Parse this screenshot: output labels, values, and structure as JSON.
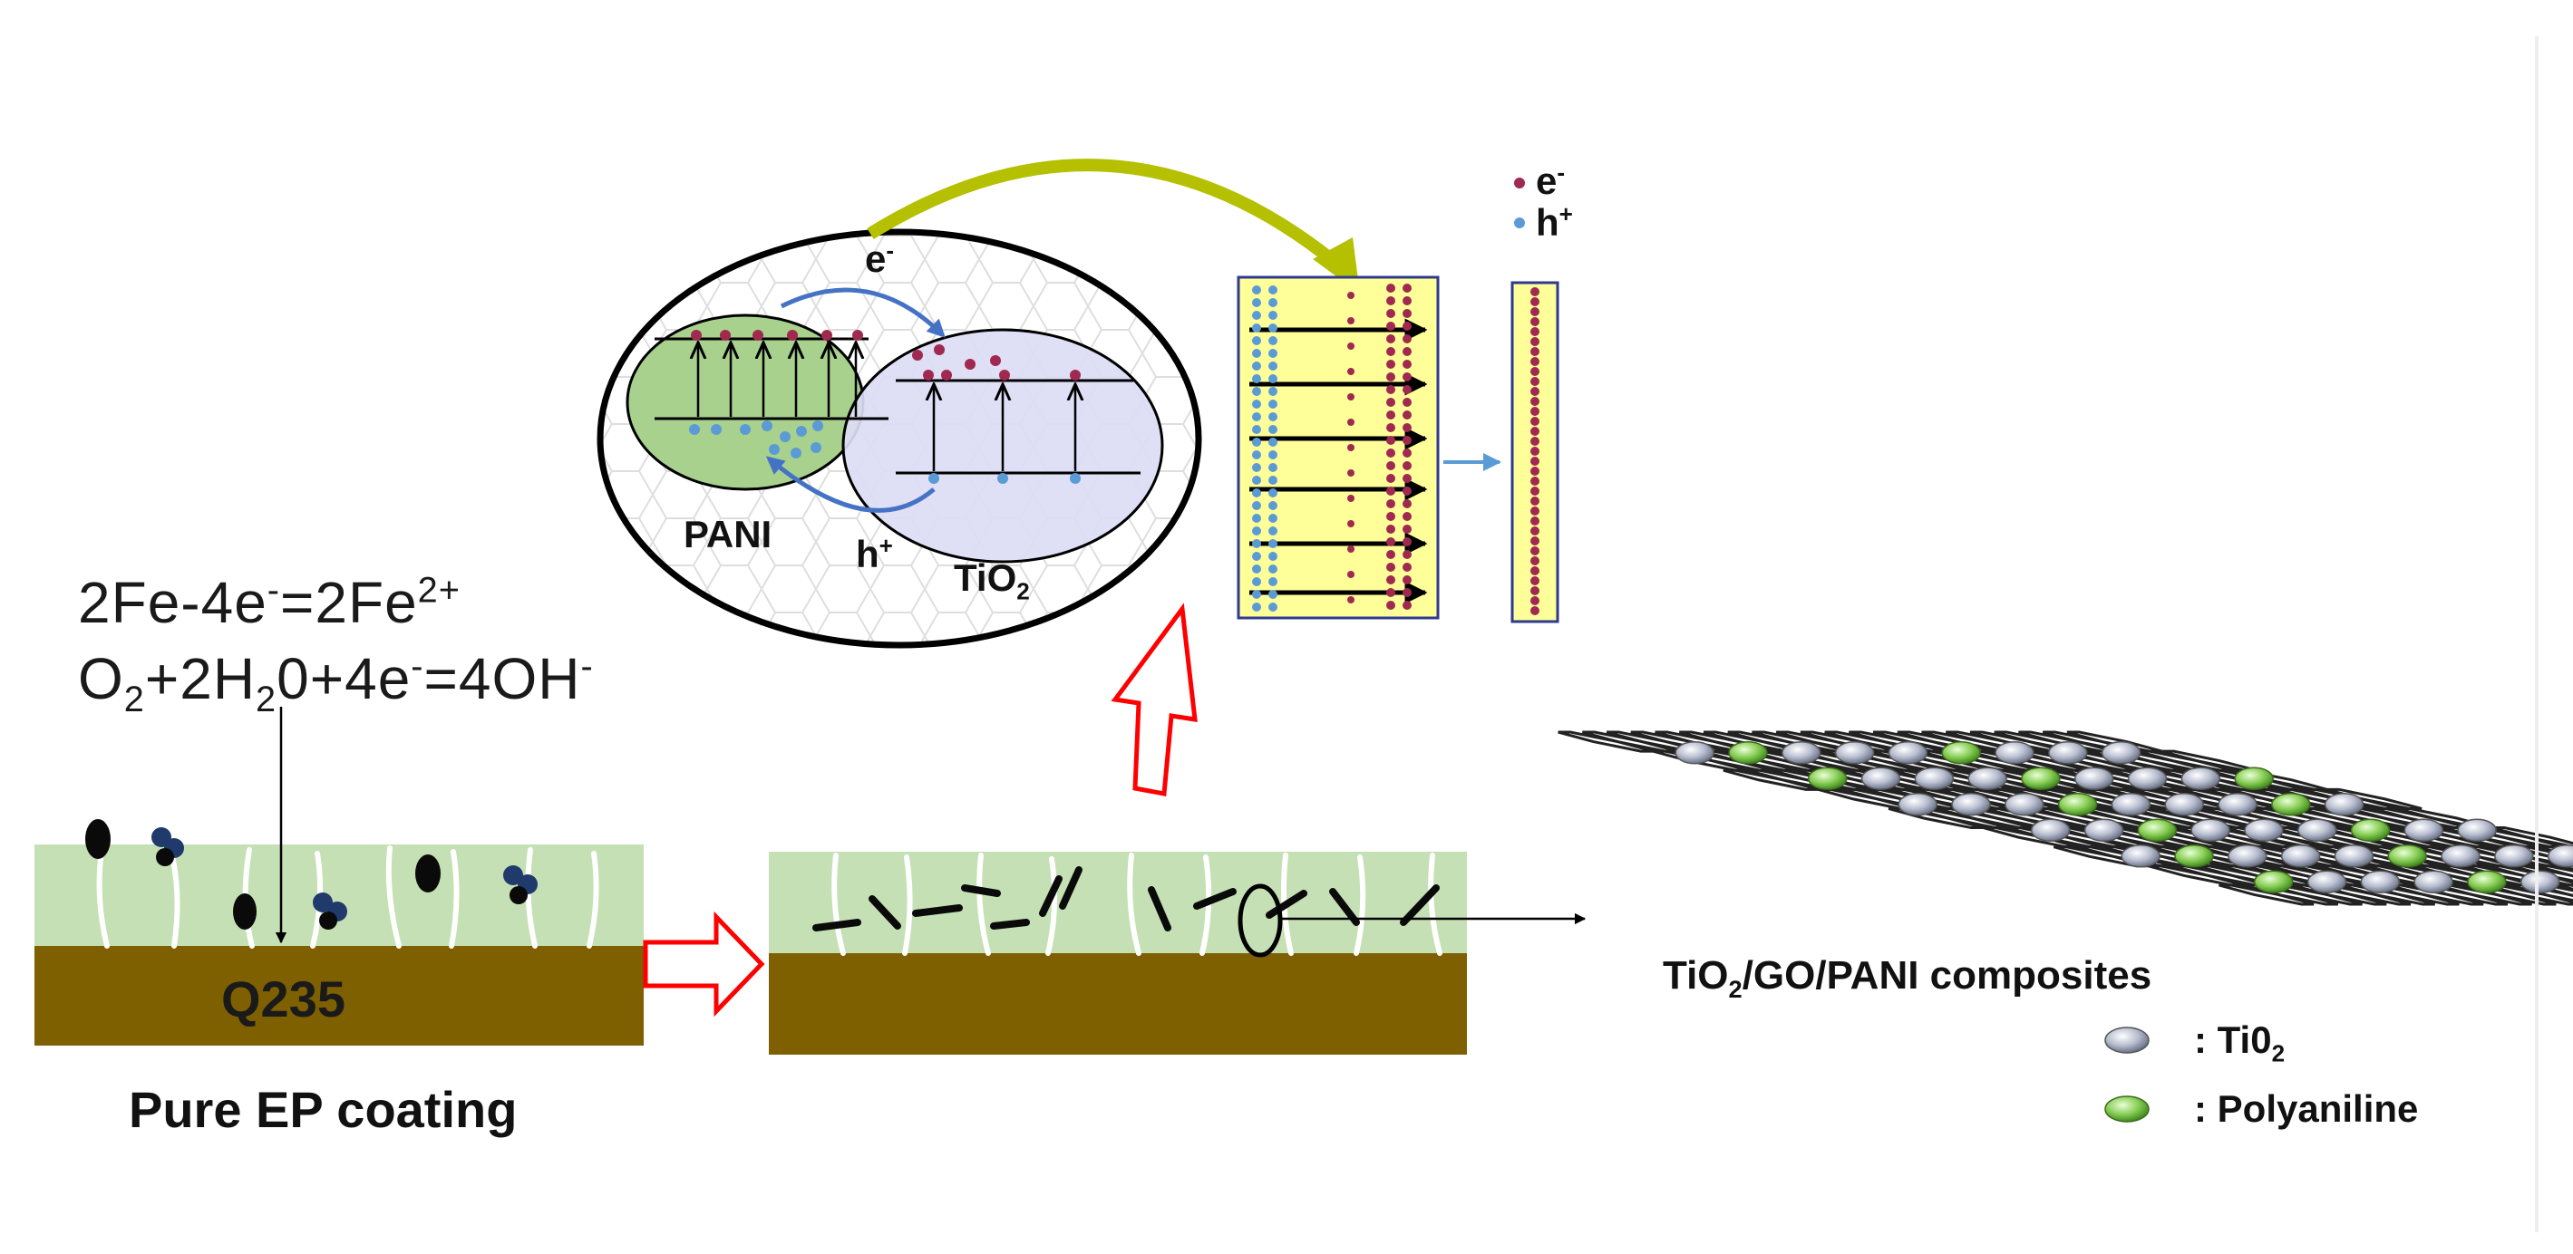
{
  "equations": {
    "line1": {
      "a": "2Fe-4e",
      "a_sup": "-",
      "b": "=2Fe",
      "b_sup": "2+"
    },
    "line2": {
      "a": "O",
      "a_sub": "2",
      "b": "+2H",
      "b_sub": "2",
      "c": "0+4e",
      "c_sup": "-",
      "d": "=4OH",
      "d_sup": "-"
    }
  },
  "substrate_label": "Q235",
  "pure_coating_caption": "Pure EP coating",
  "mechanism": {
    "e_label": "e",
    "e_sup": "-",
    "h_label": "h",
    "h_sup": "+",
    "pani_label": "PANI",
    "tio2_label": "TiO",
    "tio2_sub": "2"
  },
  "carrier_legend": {
    "electron": "e",
    "electron_sup": "-",
    "hole": "h",
    "hole_sup": "+"
  },
  "composite": {
    "caption_a": "TiO",
    "caption_sub": "2",
    "caption_b": "/GO/PANI composites",
    "legend_tio2": ": Ti0",
    "legend_tio2_sub": "2",
    "legend_pani": ": Polyaniline"
  },
  "colors": {
    "coating_green": "#c5e0b4",
    "substrate_brown": "#7f6000",
    "pani_green": "#a9d18e",
    "tio2_lavender": "#dcdcf5",
    "panel_yellow": "#ffff99",
    "electron_dot": "#a0294f",
    "hole_dot": "#5b9bd5",
    "arrow_red": "#ff0000",
    "curve_olive": "#b4c000",
    "graphene_gray": "#222222"
  }
}
